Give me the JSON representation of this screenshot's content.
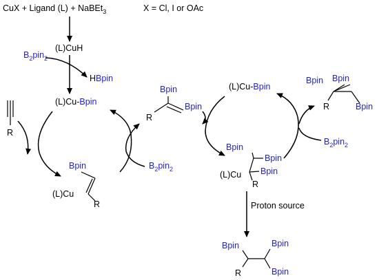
{
  "colors": {
    "boron": "#1f1fd6",
    "text": "#000000"
  },
  "header": {
    "reagents": "CuX + Ligand (L) + NaBEt",
    "reagents_sub": "3",
    "conditions": "X = Cl, I or OAc"
  },
  "labels": {
    "lcuh": "(L)CuH",
    "b2pin2_top_B": "B",
    "b2pin2_top_sub": "2",
    "b2pin2_top_pin": "pin",
    "b2pin2_top_sub2": "2",
    "hbpin_H": "H",
    "hbpin_B": "Bpin",
    "cycle1_cat_prefix": "(L)Cu-",
    "cycle1_cat_B": "Bpin",
    "alkyne_R": "R",
    "vinyl_cu_prefix": "(L)Cu",
    "vinyl_bpin": "Bpin",
    "vinyl_R": "R",
    "b2pin2_c1_B": "B",
    "b2pin2_c1_sub": "2",
    "b2pin2_c1_pin": "pin",
    "b2pin2_c1_sub2": "2",
    "diboryl_alkene_bpin_top": "Bpin",
    "diboryl_alkene_bpin_right": "Bpin",
    "diboryl_alkene_R": "R",
    "cycle2_cat_prefix": "(L)Cu-",
    "cycle2_cat_B": "Bpin",
    "tetra_bpin1": "Bpin",
    "tetra_bpin2": "Bpin",
    "tetra_bpin3": "Bpin",
    "tetra_R": "R",
    "b2pin2_c2_B": "B",
    "b2pin2_c2_sub": "2",
    "b2pin2_c2_pin": "pin",
    "b2pin2_c2_sub2": "2",
    "int_bpin1": "Bpin",
    "int_bpin2": "Bpin",
    "int_bpin3": "Bpin",
    "int_cu": "(L)Cu",
    "int_R": "R",
    "proton_source": "Proton source",
    "prod_bpin1": "Bpin",
    "prod_bpin2": "Bpin",
    "prod_bpin3": "Bpin",
    "prod_R": "R"
  }
}
